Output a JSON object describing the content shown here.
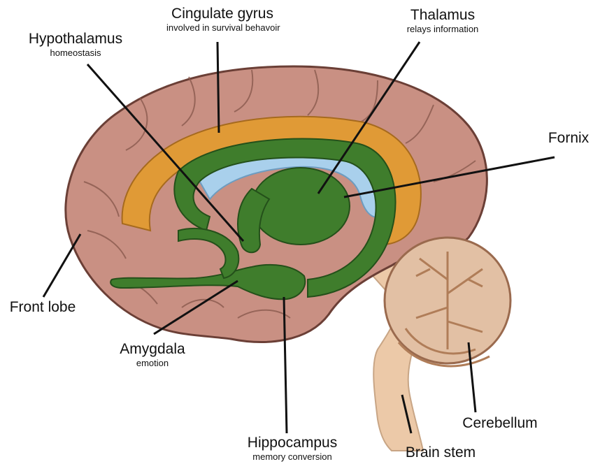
{
  "labels": {
    "cingulate": {
      "title": "Cingulate gyrus",
      "sub": "involved in survival behavoir"
    },
    "hypothalamus": {
      "title": "Hypothalamus",
      "sub": "homeostasis"
    },
    "thalamus": {
      "title": "Thalamus",
      "sub": "relays information"
    },
    "fornix": {
      "title": "Fornix"
    },
    "front_lobe": {
      "title": "Front lobe"
    },
    "amygdala": {
      "title": "Amygdala",
      "sub": "emotion"
    },
    "hippocampus": {
      "title": "Hippocampus",
      "sub": "memory conversion"
    },
    "cerebellum": {
      "title": "Cerebellum"
    },
    "brain_stem": {
      "title": "Brain stem"
    }
  },
  "colors": {
    "cortex": "#c99083",
    "cortex_outline": "#6b3f36",
    "cingulate": "#e09a36",
    "limbic": "#3f7d2c",
    "ventricle": "#a9d0ec",
    "cerebellum": "#e2c0a4",
    "brainstem": "#ecc9a8"
  }
}
